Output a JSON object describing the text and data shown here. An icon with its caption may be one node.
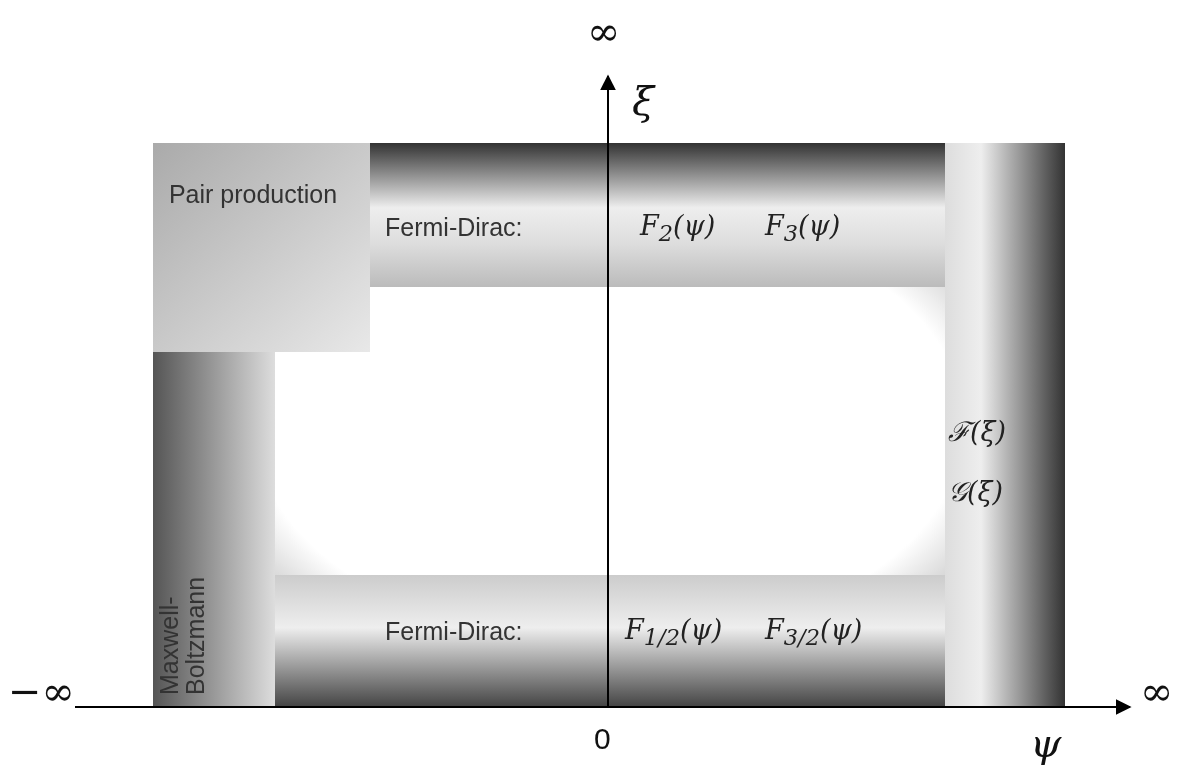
{
  "diagram": {
    "nodes": [
      {
        "text": [
          "Pair production"
        ]
      },
      {
        "text": [
          "Fermi-Dirac:",
          "F$_{2}$(ψ)",
          "F$_{3}$(ψ)"
        ]
      },
      {
        "text": [
          "ℱ(ξ)",
          "𝒢(ξ)"
        ]
      },
      {
        "text": [
          "Maxwell-Boltzmann"
        ]
      },
      {
        "text": [
          "Fermi-Dirac:",
          "F$_{1/2}$(ψ)",
          "F$_{3/2}$(ψ)"
        ]
      }
    ],
    "edges": [],
    "labels": [
      "∞",
      "ξ",
      "−∞",
      "∞",
      "0",
      "ψ"
    ]
  }
}
